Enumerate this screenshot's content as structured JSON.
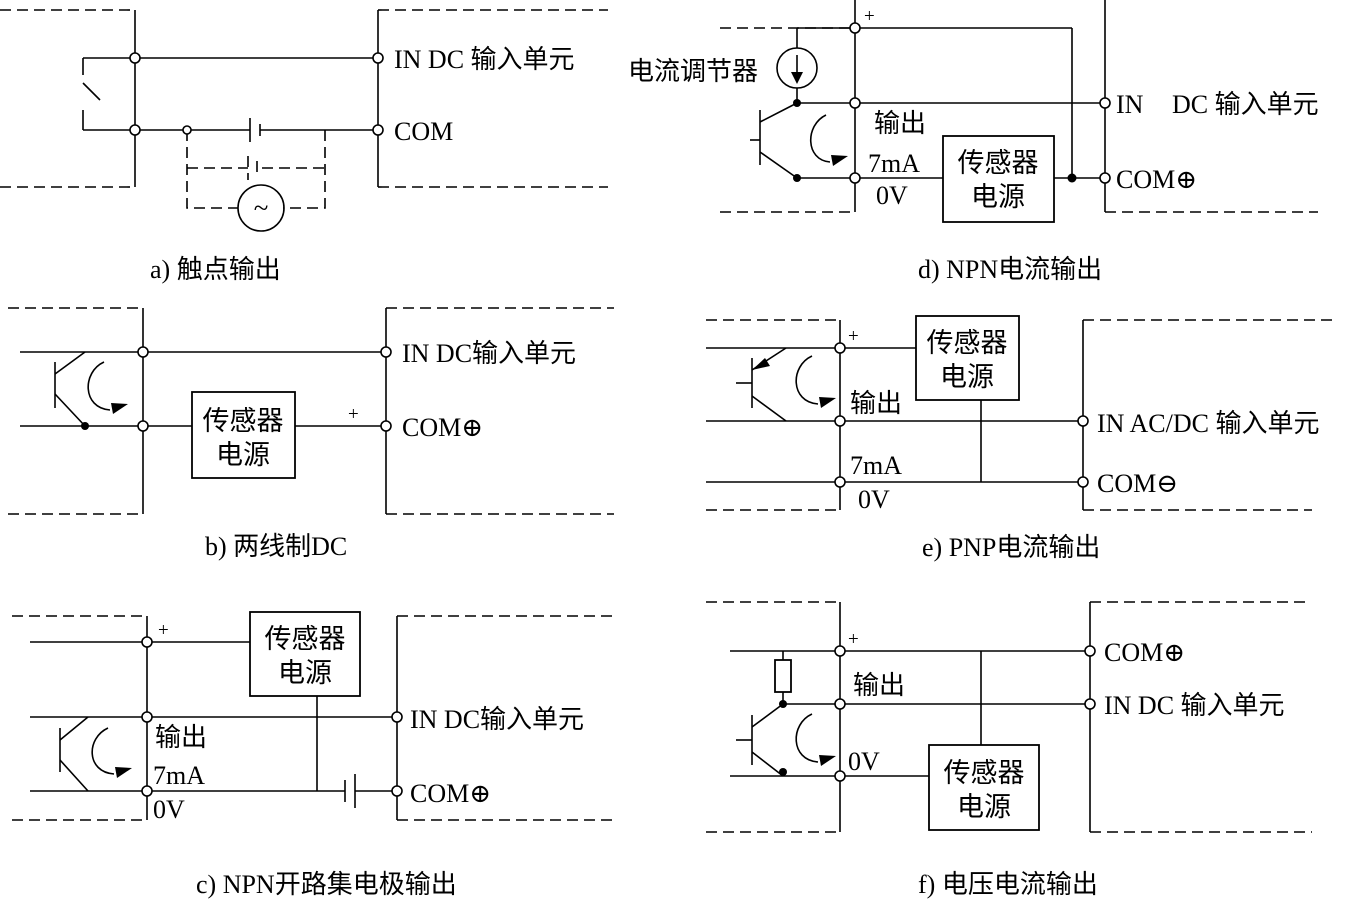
{
  "labels": {
    "in_dc_unit": "IN DC 输入单元",
    "in_dc_unit_tight": "IN DC输入单元",
    "com": "COM",
    "com_plus": "COM⊕",
    "com_minus": "COM⊖",
    "in_only": "IN",
    "dc_unit": "DC 输入单元",
    "in_acdc_unit": "IN AC/DC 输入单元",
    "output": "输出",
    "current_7ma": "7mA",
    "zero_v": "0V",
    "plus": "+",
    "sensor_line1": "传感器",
    "sensor_line2": "电源",
    "current_regulator": "电流调节器",
    "ac_symbol": "~"
  },
  "captions": {
    "a": "a) 触点输出",
    "b": "b)  两线制DC",
    "c": "c) NPN开路集电极输出",
    "d": "d)  NPN电流输出",
    "e": "e)  PNP电流输出",
    "f": "f) 电压电流输出"
  }
}
